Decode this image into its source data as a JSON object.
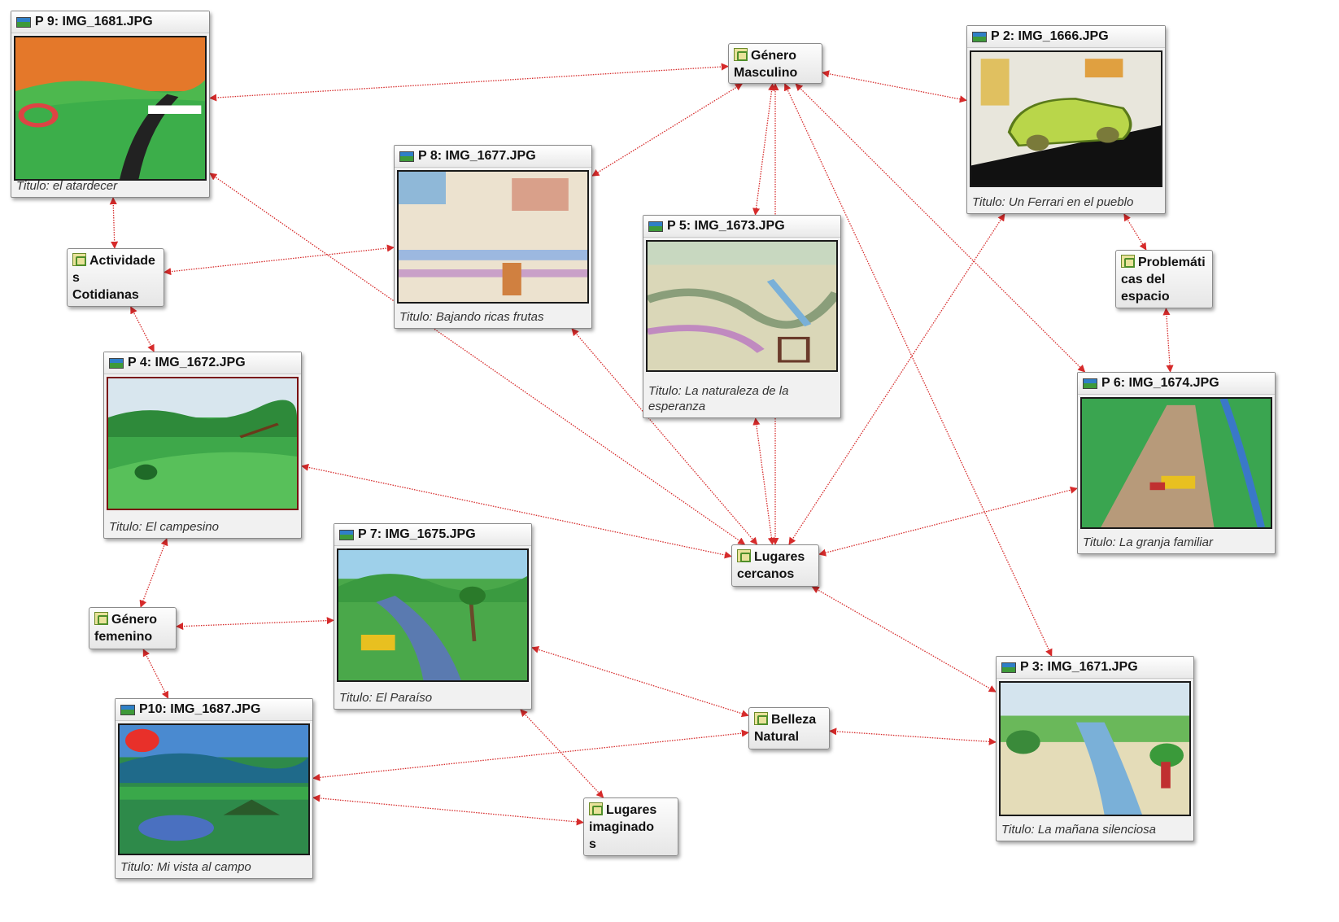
{
  "docs": {
    "p9": {
      "header": "P 9: IMG_1681.JPG",
      "caption": "Titulo: el atardecer"
    },
    "p2": {
      "header": "P 2: IMG_1666.JPG",
      "caption": "Titulo: Un Ferrari en el pueblo"
    },
    "p8": {
      "header": "P 8: IMG_1677.JPG",
      "caption": "Titulo: Bajando ricas frutas"
    },
    "p5": {
      "header": "P 5: IMG_1673.JPG",
      "caption": "Titulo: La naturaleza de la esperanza"
    },
    "p4": {
      "header": "P 4: IMG_1672.JPG",
      "caption": "Titulo: El campesino"
    },
    "p6": {
      "header": "P 6: IMG_1674.JPG",
      "caption": "Titulo: La granja familiar"
    },
    "p7": {
      "header": "P 7: IMG_1675.JPG",
      "caption": "Titulo: El Paraíso"
    },
    "p3": {
      "header": "P 3: IMG_1671.JPG",
      "caption": "Titulo: La mañana silenciosa"
    },
    "p10": {
      "header": "P10: IMG_1687.JPG",
      "caption": "Titulo: Mi vista al campo"
    }
  },
  "codes": {
    "masculino": "Género\nMasculino",
    "actividades": "Actividade\ns\nCotidianas",
    "problematicas": "Problemáti\ncas del\nespacio",
    "lugares_cercanos": "Lugares\ncercanos",
    "femenino": "Género\nfemenino",
    "belleza": "Belleza\nNatural",
    "imaginados": "Lugares\nimaginado\ns"
  },
  "links": [
    [
      "masculino",
      "p9"
    ],
    [
      "masculino",
      "p2"
    ],
    [
      "masculino",
      "p8"
    ],
    [
      "masculino",
      "p5"
    ],
    [
      "masculino",
      "p6"
    ],
    [
      "masculino",
      "p3"
    ],
    [
      "masculino",
      "lugares_cercanos"
    ],
    [
      "p9",
      "actividades"
    ],
    [
      "p9",
      "lugares_cercanos"
    ],
    [
      "actividades",
      "p8"
    ],
    [
      "actividades",
      "p4"
    ],
    [
      "p8",
      "lugares_cercanos"
    ],
    [
      "p5",
      "lugares_cercanos"
    ],
    [
      "p4",
      "lugares_cercanos"
    ],
    [
      "p4",
      "femenino"
    ],
    [
      "p2",
      "lugares_cercanos"
    ],
    [
      "p2",
      "problematicas"
    ],
    [
      "problematicas",
      "p6"
    ],
    [
      "p6",
      "lugares_cercanos"
    ],
    [
      "lugares_cercanos",
      "p3"
    ],
    [
      "femenino",
      "p7"
    ],
    [
      "femenino",
      "p10"
    ],
    [
      "p7",
      "belleza"
    ],
    [
      "p7",
      "imaginados"
    ],
    [
      "belleza",
      "p10"
    ],
    [
      "belleza",
      "p3"
    ],
    [
      "p10",
      "imaginados"
    ]
  ],
  "colors": {
    "link": "#d62b2b",
    "header_icon": "photo-icon",
    "code_icon": "code-icon"
  }
}
